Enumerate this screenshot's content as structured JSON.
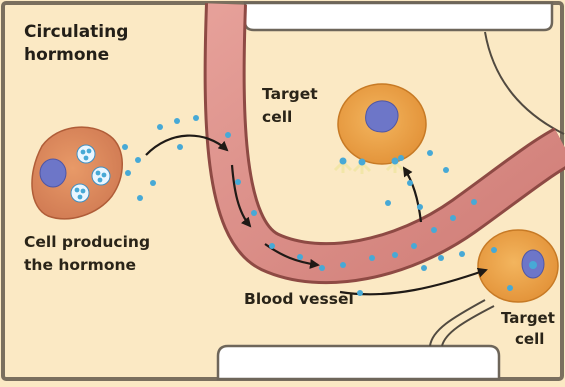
{
  "title_lines": [
    "Circulating",
    "hormone"
  ],
  "labels": {
    "producing_cell": [
      "Cell producing",
      "the hormone"
    ],
    "target_cell_top": [
      "Target",
      "cell"
    ],
    "target_cell_right": [
      "Target",
      "cell"
    ],
    "blood_vessel": "Blood vessel"
  },
  "colors": {
    "background": "#fbe9c4",
    "vessel": "#d88b84",
    "vessel_wall": "#9c4a45",
    "cell": "#e9a14a",
    "producing_cell": "#d98556",
    "nucleus": "#6d76c8",
    "hormone": "#47a9d6",
    "arrow": "#1f1a16"
  }
}
